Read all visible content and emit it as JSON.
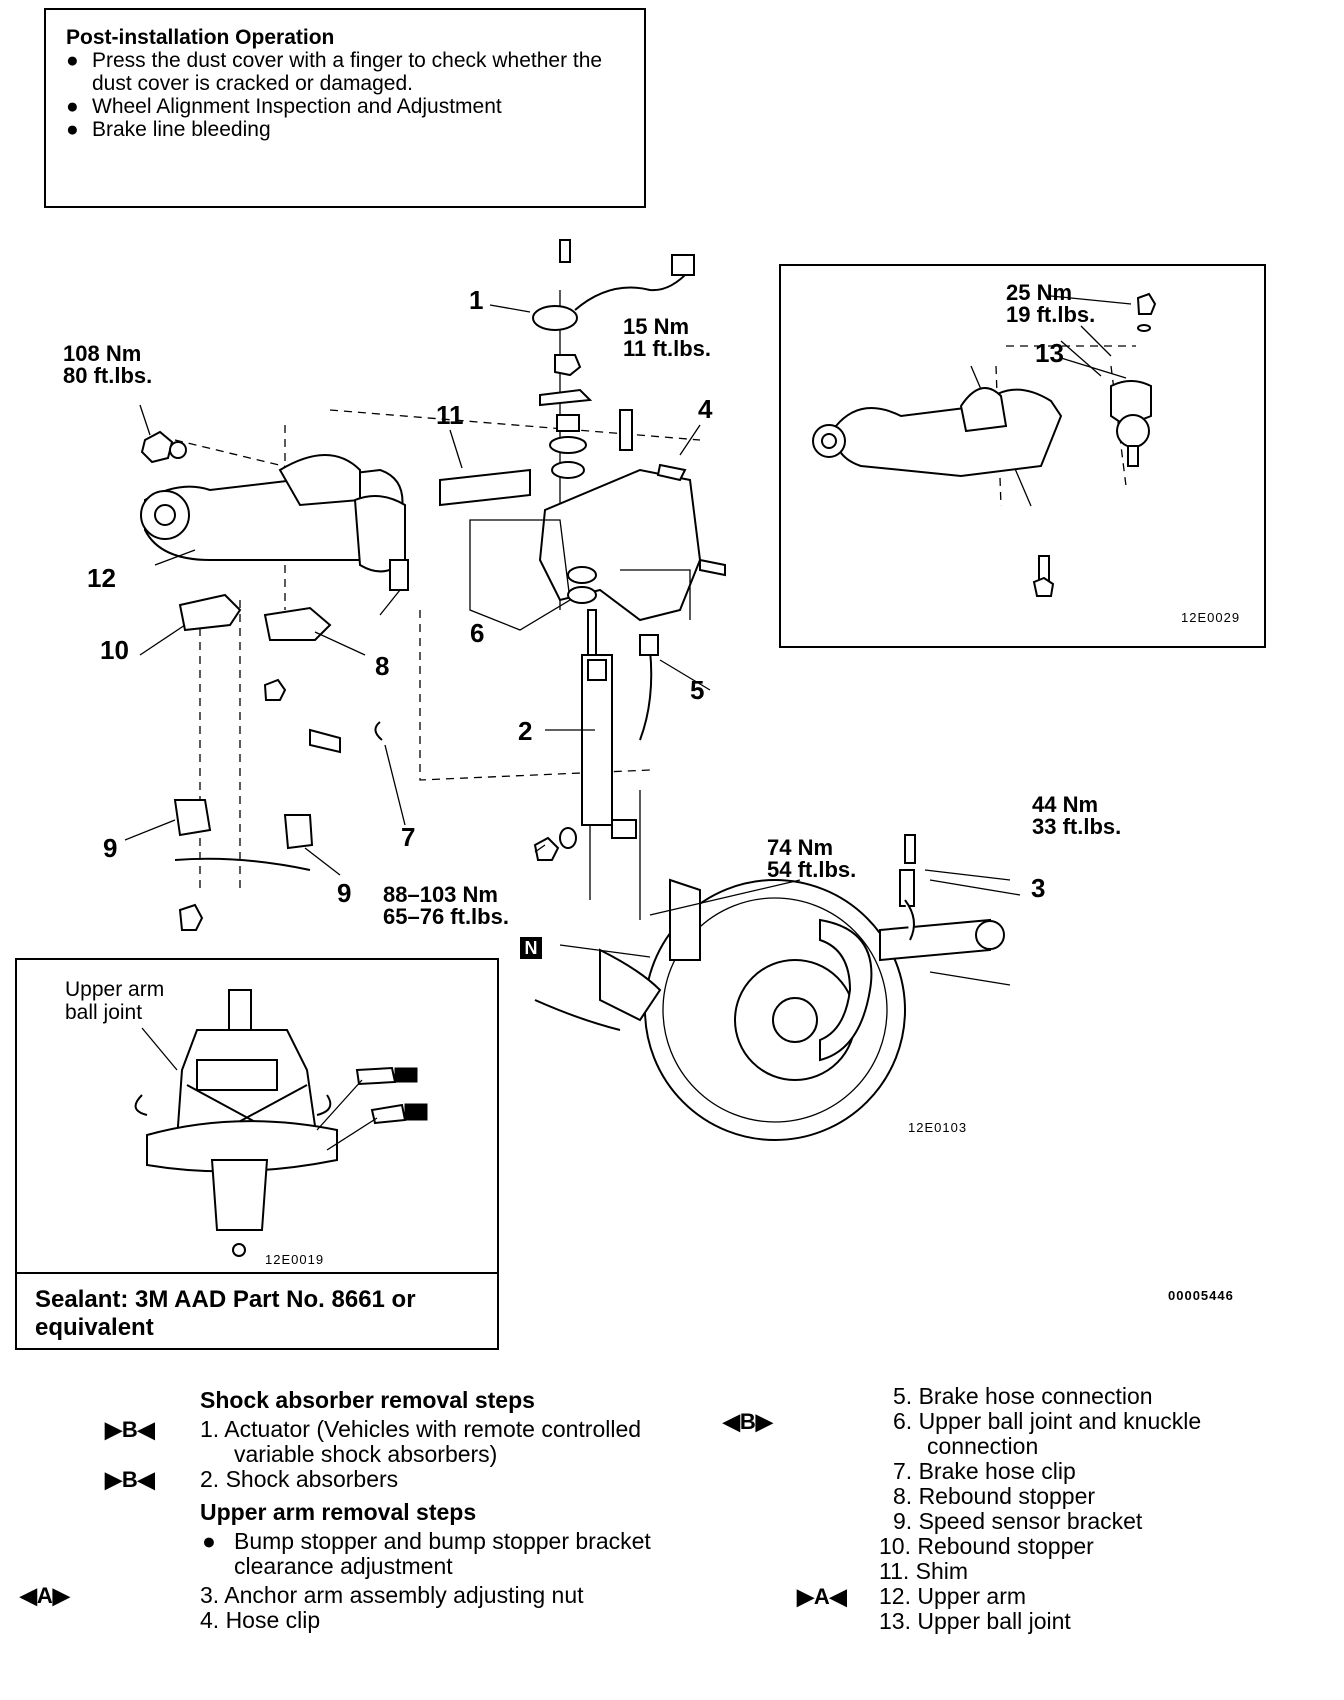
{
  "post_install": {
    "title": "Post-installation Operation",
    "items": [
      "Press the dust cover with a finger to check whether the dust cover is cracked or damaged.",
      "Wheel Alignment Inspection and Adjustment",
      "Brake line bleeding"
    ]
  },
  "torques": {
    "t108": [
      "108 Nm",
      "80 ft.lbs."
    ],
    "t15": [
      "15 Nm",
      "11 ft.lbs."
    ],
    "t25": [
      "25 Nm",
      "19 ft.lbs."
    ],
    "t44": [
      "44 Nm",
      "33 ft.lbs."
    ],
    "t74": [
      "74 Nm",
      "54 ft.lbs."
    ],
    "t88": [
      "88–103 Nm",
      "65–76 ft.lbs."
    ]
  },
  "callouts": [
    "1",
    "2",
    "3",
    "4",
    "5",
    "6",
    "7",
    "8",
    "9",
    "9",
    "10",
    "11",
    "12",
    "13"
  ],
  "nut_symbol": "N",
  "inset_codes": {
    "upper_arm_inset": "12E0029",
    "main": "12E0103",
    "ball_joint_inset": "12E0019",
    "figure": "00005446"
  },
  "ball_joint_label": "Upper arm ball joint",
  "sealant": "Sealant: 3M AAD Part No. 8661 or equivalent",
  "shock_steps": {
    "title": "Shock absorber removal steps",
    "items": [
      {
        "mark": "▶B◀",
        "text": "1. Actuator (Vehicles with remote controlled variable shock absorbers)"
      },
      {
        "mark": "▶B◀",
        "text": "2. Shock absorbers"
      }
    ]
  },
  "upper_arm_steps": {
    "title": "Upper arm removal steps",
    "bullet": "Bump stopper and bump stopper bracket clearance adjustment",
    "items": [
      {
        "mark": "◀A▶",
        "text": "3. Anchor arm assembly adjusting nut"
      },
      {
        "mark": "",
        "text": "4. Hose clip"
      }
    ]
  },
  "right_steps": [
    {
      "mark": "",
      "text": "5. Brake hose connection"
    },
    {
      "mark": "◀B▶",
      "text": "6. Upper ball joint and knuckle connection"
    },
    {
      "mark": "",
      "text": "7. Brake hose clip"
    },
    {
      "mark": "",
      "text": "8. Rebound stopper"
    },
    {
      "mark": "",
      "text": "9. Speed sensor bracket"
    },
    {
      "mark": "",
      "text": "10. Rebound stopper"
    },
    {
      "mark": "",
      "text": "11. Shim"
    },
    {
      "mark": "▶A◀",
      "text": "12. Upper arm"
    },
    {
      "mark": "",
      "text": "13. Upper ball joint"
    }
  ]
}
